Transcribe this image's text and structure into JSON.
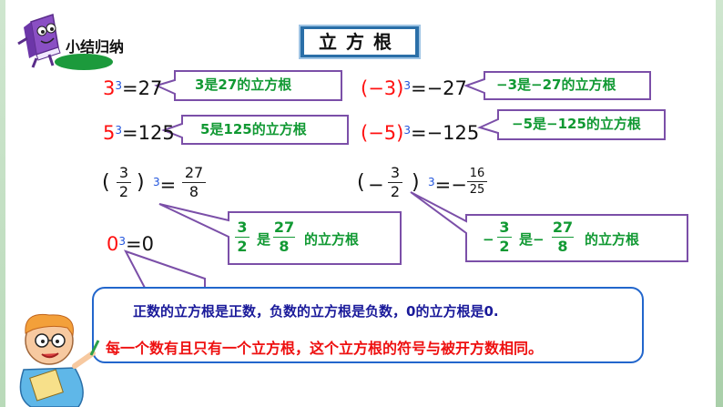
{
  "header": {
    "badge_label": "小结归纳",
    "title": "立方根"
  },
  "rows": [
    {
      "left": {
        "base": "3",
        "exp": "3",
        "rest": "=27",
        "callout": "3是27的立方根"
      },
      "right": {
        "base": "(−3)",
        "exp": "3",
        "rest": "=−27",
        "callout": "−3是−27的立方根"
      }
    },
    {
      "left": {
        "base": "5",
        "exp": "3",
        "rest": "=125",
        "callout": "5是125的立方根"
      },
      "right": {
        "base": "(−5)",
        "exp": "3",
        "rest": "=−125",
        "callout": "−5是−125的立方根"
      }
    }
  ],
  "fractions": {
    "left": {
      "num": "3",
      "den": "2",
      "exp": "3",
      "equals": "=",
      "result_num": "27",
      "result_den": "8",
      "callout_prefix_num": "3",
      "callout_prefix_den": "2",
      "callout_is": "是",
      "callout_num": "27",
      "callout_den": "8",
      "callout_suffix": "的立方根"
    },
    "right": {
      "minus": "−",
      "num": "3",
      "den": "2",
      "exp": "3",
      "equals": "=−",
      "result_num": "16",
      "result_den": "25",
      "callout_minus": "−",
      "callout_prefix_num": "3",
      "callout_prefix_den": "2",
      "callout_is": "是−",
      "callout_num": "27",
      "callout_den": "8",
      "callout_suffix": "的立方根"
    }
  },
  "zero": {
    "base": "0",
    "exp": "3",
    "rest": "=0"
  },
  "summary": {
    "line1": "正数的立方根是正数，负数的立方根是负数，0的立方根是0.",
    "line2": "每一个数有且只有一个立方根，这个立方根的符号与被开方数相同。"
  },
  "colors": {
    "callout_border": "#7b4fa8",
    "callout_text": "#119933",
    "title_bar": "#2a6fa8",
    "summary_border": "#2266cc",
    "summary_line1": "#1a1a9a",
    "summary_line2": "#ee1010",
    "highlight": "#ff1010"
  }
}
